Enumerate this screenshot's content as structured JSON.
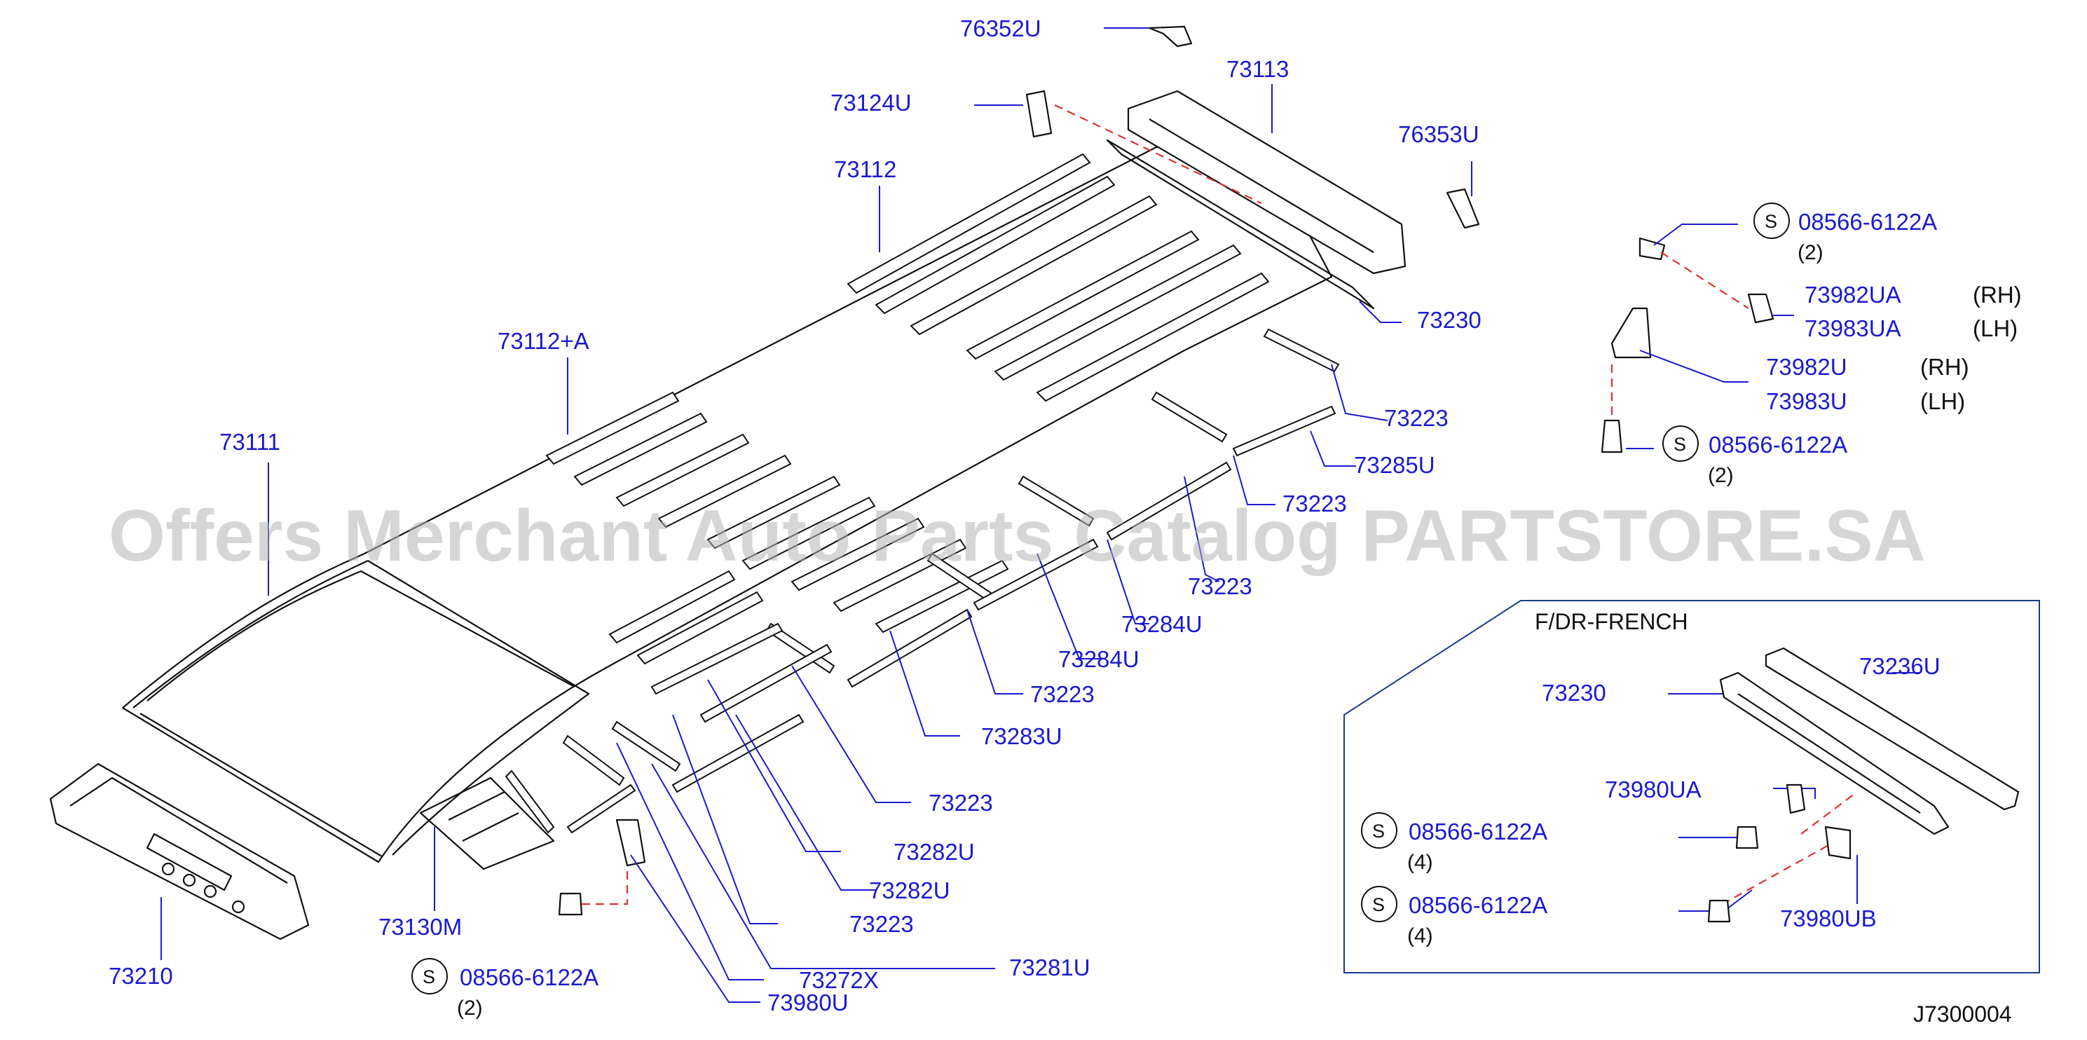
{
  "diagram": {
    "part_labels": {
      "p76352U": "76352U",
      "p73113": "73113",
      "p73124U": "73124U",
      "p76353U": "76353U",
      "p73112": "73112",
      "p73230": "73230",
      "p73112A": "73112+A",
      "p73223_a": "73223",
      "p73285U": "73285U",
      "p73111": "73111",
      "p73223_b": "73223",
      "p73223_c": "73223",
      "p73284U_a": "73284U",
      "p73284U_b": "73284U",
      "p73223_d": "73223",
      "p73283U": "73283U",
      "p73223_e": "73223",
      "p73282U_a": "73282U",
      "p73282U_b": "73282U",
      "p73223_f": "73223",
      "p73281U": "73281U",
      "p73272X": "73272X",
      "p73980U": "73980U",
      "p73130M": "73130M",
      "p73210": "73210",
      "p73982UA": "73982UA",
      "p73983UA": "73983UA",
      "p73982U": "73982U",
      "p73983U": "73983U",
      "p73230_fr": "73230",
      "p73236U": "73236U",
      "p73980UA": "73980UA",
      "p73980UB": "73980UB"
    },
    "side_labels": {
      "rh_1": "(RH)",
      "lh_1": "(LH)",
      "rh_2": "(RH)",
      "lh_2": "(LH)"
    },
    "screws": [
      {
        "symbol": "S",
        "code": "08566-6122A",
        "qty": "(2)"
      },
      {
        "symbol": "S",
        "code": "08566-6122A",
        "qty": "(2)"
      },
      {
        "symbol": "S",
        "code": "08566-6122A",
        "qty": "(2)"
      },
      {
        "symbol": "S",
        "code": "08566-6122A",
        "qty": "(4)"
      },
      {
        "symbol": "S",
        "code": "08566-6122A",
        "qty": "(4)"
      }
    ],
    "inset_title": "F/DR-FRENCH",
    "diagram_code": "J7300004",
    "watermark": "Offers Merchant Auto Parts Catalog PARTSTORE.SA",
    "colors": {
      "label_blue": "#1a1ad0",
      "line_black": "#111111",
      "dash_red": "#e03030",
      "watermark_grey": "#b4b4b4",
      "inset_border": "#1a3a8a"
    }
  }
}
